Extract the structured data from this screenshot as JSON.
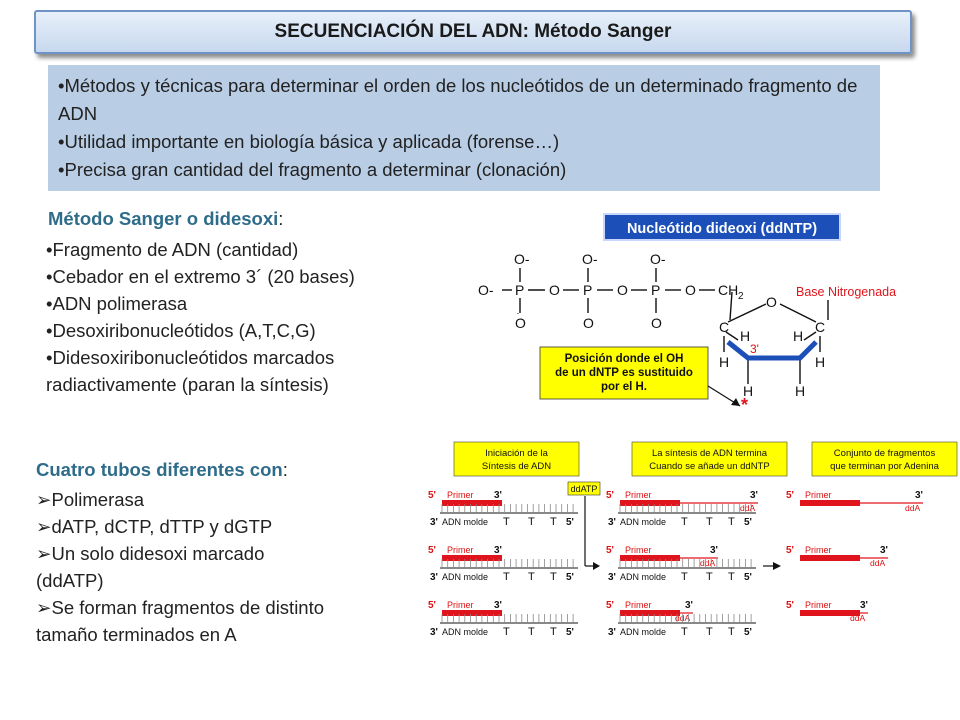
{
  "title": "SECUENCIACIÓN DEL ADN: Método Sanger",
  "intro": [
    "•Métodos y técnicas para determinar el orden de los nucleótidos de un determinado fragmento de ADN",
    "•Utilidad importante en biología básica y aplicada (forense…)",
    "•Precisa gran cantidad del fragmento a determinar (clonación)"
  ],
  "sanger": {
    "heading": "Método Sanger o didesoxi",
    "colon": ":",
    "items": [
      "•Fragmento de ADN (cantidad)",
      "•Cebador  en el extremo 3´ (20 bases)",
      "•ADN polimerasa",
      "•Desoxiribonucleótidos  (A,T,C,G)",
      "•Didesoxiribonucleótidos  marcados",
      "radiactivamente (paran la síntesis)"
    ]
  },
  "tubes": {
    "heading": "Cuatro tubos diferentes con",
    "colon": ":",
    "items": [
      "Polimerasa",
      "dATP, dCTP, dTTP y dGTP",
      "Un solo didesoxi marcado",
      "(ddATP)",
      "Se forman fragmentos de distinto",
      "tamaño terminados en A"
    ]
  },
  "molecule": {
    "header": "Nucleótido dideoxi (ddNTP)",
    "base_label": "Base Nitrogenada",
    "note": [
      "Posición donde el OH",
      "de un dNTP es sustituido",
      "por el H."
    ],
    "atoms": {
      "o_minus": "O-",
      "p": "P",
      "o": "O",
      "c": "C",
      "h": "H",
      "ch2": "CH",
      "sub2": "2",
      "prime": "3'",
      "star": "*"
    }
  },
  "gel": {
    "panel_titles": [
      [
        "Iniciación de la",
        "Síntesis de ADN"
      ],
      [
        "La síntesis de ADN termina",
        "Cuando se añade un ddNTP"
      ],
      [
        "Conjunto de fragmentos",
        "que terminan por Adenina"
      ]
    ],
    "ddATP": "ddATP",
    "five": "5'",
    "three": "3'",
    "primer": "Primer",
    "template": "ADN molde",
    "t": "T",
    "dda": "ddA"
  },
  "colors": {
    "accent_text": "#2e6c8a",
    "intro_bg": "#b9cde5",
    "primer": "#e0141c",
    "header_blue": "#1c4fb8",
    "note_yellow": "#ffff00"
  }
}
